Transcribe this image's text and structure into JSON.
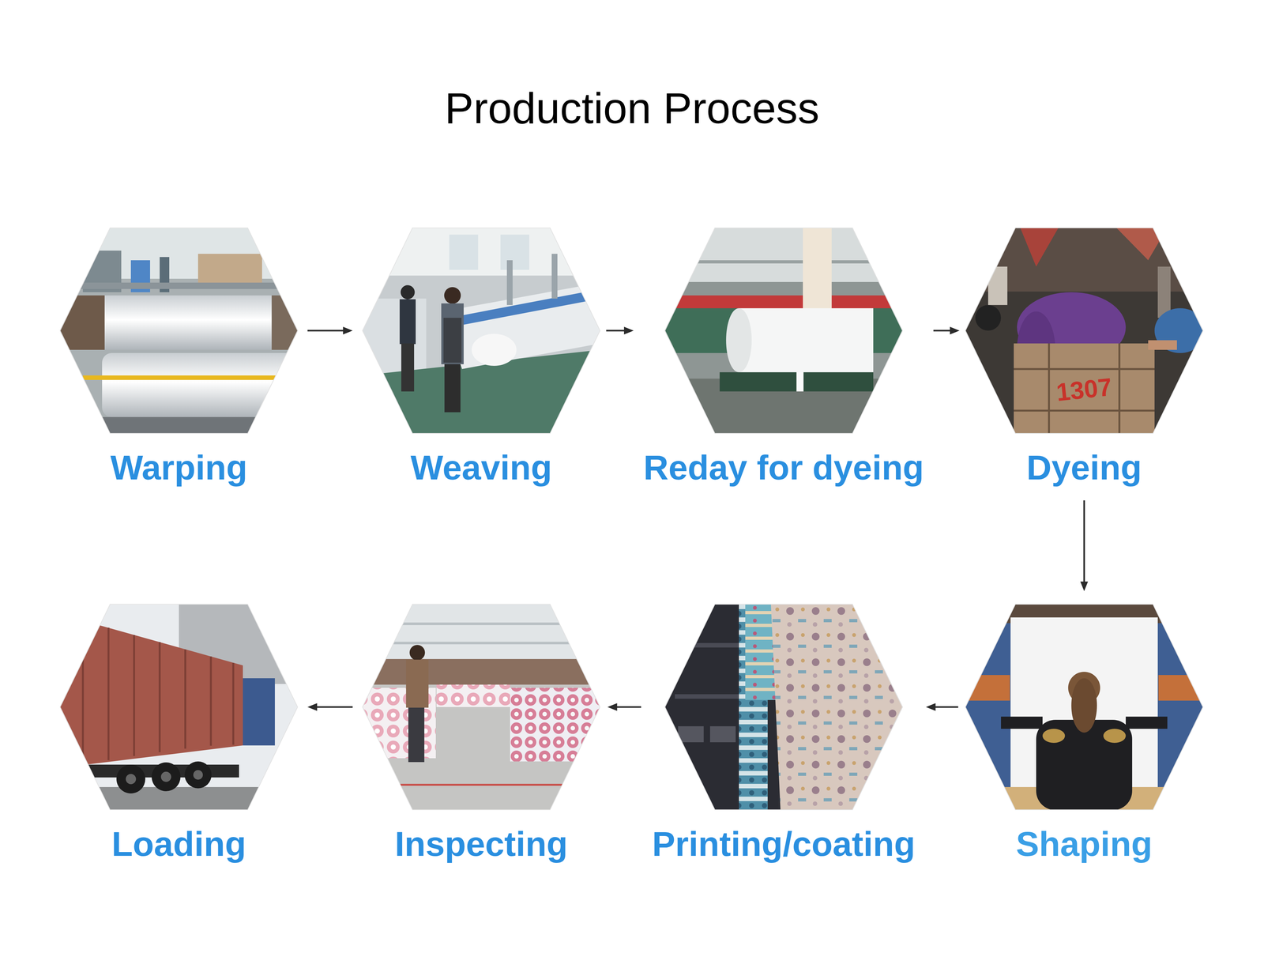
{
  "diagram": {
    "title": "Production Process",
    "nodes": [
      {
        "text": [
          "Warping"
        ]
      },
      {
        "text": [
          "Weaving"
        ]
      },
      {
        "text": [
          "Reday for dyeing"
        ]
      },
      {
        "text": [
          "Dyeing"
        ]
      },
      {
        "text": [
          "Shaping"
        ]
      },
      {
        "text": [
          "Printing/coating"
        ]
      },
      {
        "text": [
          "Inspecting"
        ]
      },
      {
        "text": [
          "Loading"
        ]
      }
    ],
    "edges": [
      {
        "from": 0,
        "to": 1,
        "arrow": "to"
      },
      {
        "from": 1,
        "to": 2,
        "arrow": "to"
      },
      {
        "from": 2,
        "to": 3,
        "arrow": "to"
      },
      {
        "from": 3,
        "to": 4,
        "arrow": "to"
      },
      {
        "from": 4,
        "to": 5,
        "arrow": "to"
      },
      {
        "from": 5,
        "to": 6,
        "arrow": "to"
      },
      {
        "from": 6,
        "to": 7,
        "arrow": "to"
      }
    ],
    "labels": [
      "1307"
    ]
  }
}
